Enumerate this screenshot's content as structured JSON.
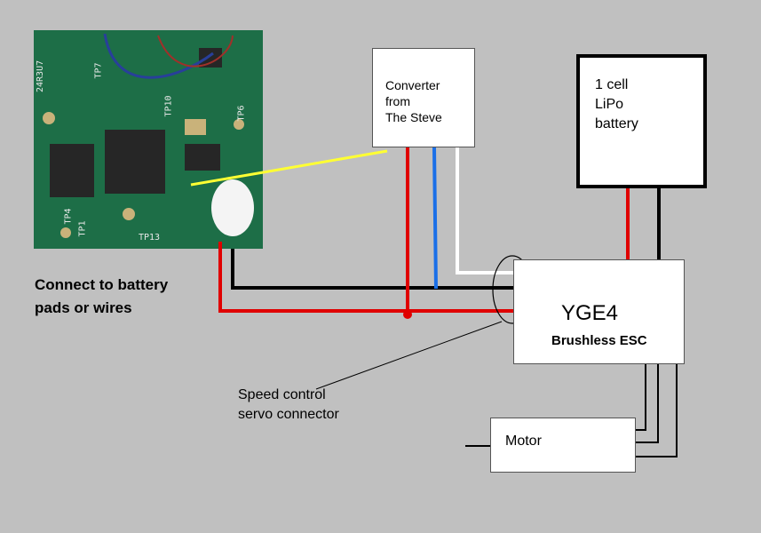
{
  "labels": {
    "converter": "Converter\nfrom\nThe Steve",
    "battery": "1 cell\nLiPo\nbattery",
    "esc_name": "YGE4",
    "esc_sub": "Brushless ESC",
    "motor": "Motor",
    "connect_note": "Connect to battery\npads or wires",
    "servo_note": "Speed control\nservo connector"
  },
  "pcb": {
    "silk_1": "24R3U7",
    "silk_2": "TP7",
    "silk_3": "TP10",
    "silk_4": "TP4",
    "silk_5": "TP1",
    "silk_6": "TP13",
    "silk_7": "TP6"
  },
  "colors": {
    "background": "#c0c0c0",
    "wire_red": "#e00000",
    "wire_black": "#000000",
    "wire_blue": "#1a6fe8",
    "wire_white": "#ffffff",
    "wire_yellow": "#ffff33",
    "pcb_green": "#1d6e47"
  }
}
